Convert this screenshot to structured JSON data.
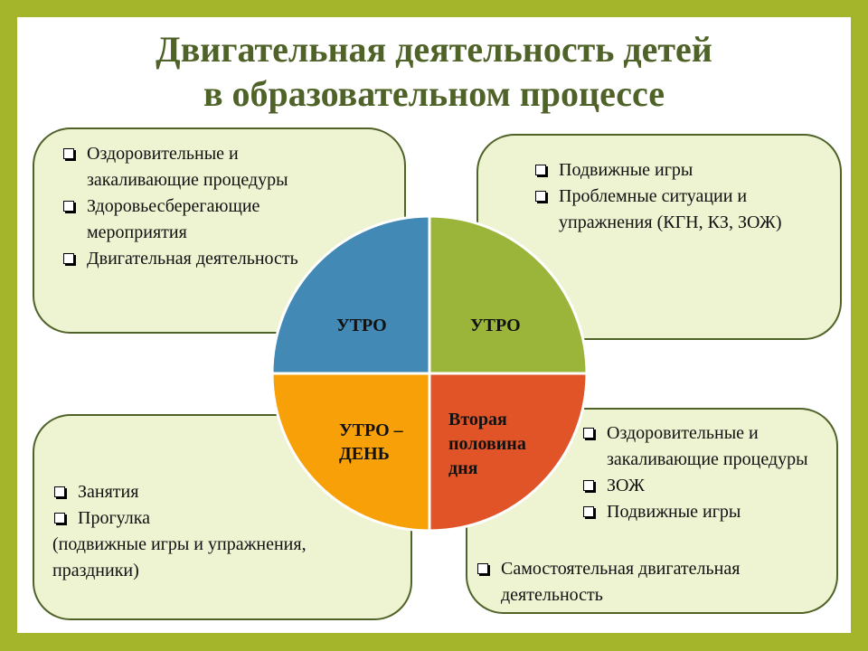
{
  "title_line1": "Двигательная  деятельность детей",
  "title_line2": "в образовательном процессе",
  "colors": {
    "border": "#a5b52b",
    "title": "#4f6228",
    "quadrant_blue": "#4389b6",
    "quadrant_green": "#9bb53b",
    "quadrant_orange": "#f8a007",
    "quadrant_red": "#e05428"
  },
  "quadrants": {
    "top_left": "УТРО",
    "top_right": "УТРО",
    "bottom_left_1": "УТРО –",
    "bottom_left_2": "ДЕНЬ",
    "bottom_right_1": "Вторая",
    "bottom_right_2": "половина",
    "bottom_right_3": "дня"
  },
  "box_top_left": [
    "Оздоровительные и закаливающие процедуры",
    "Здоровьесберегающие мероприятия",
    "Двигательная деятельность"
  ],
  "box_top_right": [
    "Подвижные игры",
    "Проблемные  ситуации и упражнения (КГН, КЗ, ЗОЖ)"
  ],
  "box_bottom_left": {
    "items": [
      "Занятия",
      "Прогулка"
    ],
    "note": "(подвижные игры и упражнения, праздники)"
  },
  "box_bottom_right": {
    "items": [
      "Оздоровительные и закаливающие процедуры",
      "ЗОЖ",
      "Подвижные игры"
    ],
    "extra": "Самостоятельная двигательная деятельность"
  }
}
